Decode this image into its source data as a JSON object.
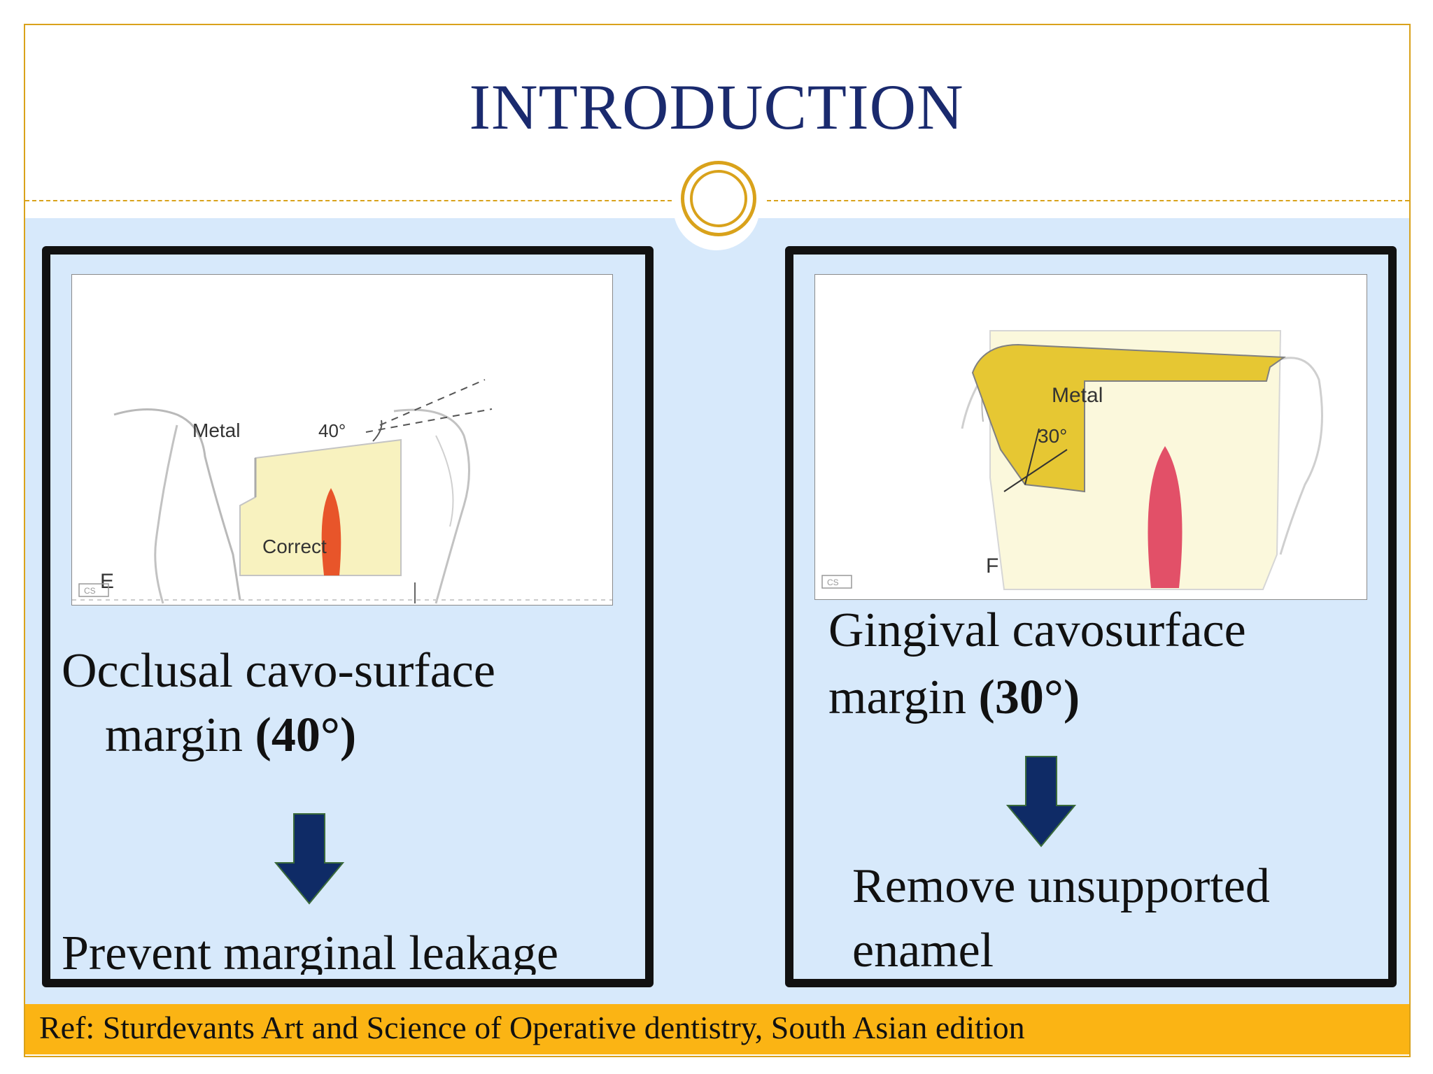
{
  "slide": {
    "title": "INTRODUCTION",
    "accent_color": "#d9a21b",
    "title_color": "#1a2a6e",
    "content_bg_color": "#d7e9fb",
    "reference_bar_color": "#fbb414"
  },
  "left_panel": {
    "figure": {
      "label_metal": "Metal",
      "label_angle": "40°",
      "label_correct": "Correct",
      "label_letter": "E"
    },
    "caption_line1": "Occlusal cavo-surface",
    "caption_line2_text": "margin ",
    "caption_line2_bold": "(40°)",
    "arrow_icon": "down-arrow-icon",
    "result": "Prevent marginal leakage"
  },
  "right_panel": {
    "figure": {
      "label_metal": "Metal",
      "label_angle": "30°",
      "label_letter": "F"
    },
    "caption_line1": "Gingival cavosurface",
    "caption_line2_text": "margin ",
    "caption_line2_bold": "(30°)",
    "arrow_icon": "down-arrow-icon",
    "result_line1": "Remove unsupported",
    "result_line2": "enamel"
  },
  "reference": "Ref: Sturdevants Art and Science of Operative dentistry, South Asian edition"
}
